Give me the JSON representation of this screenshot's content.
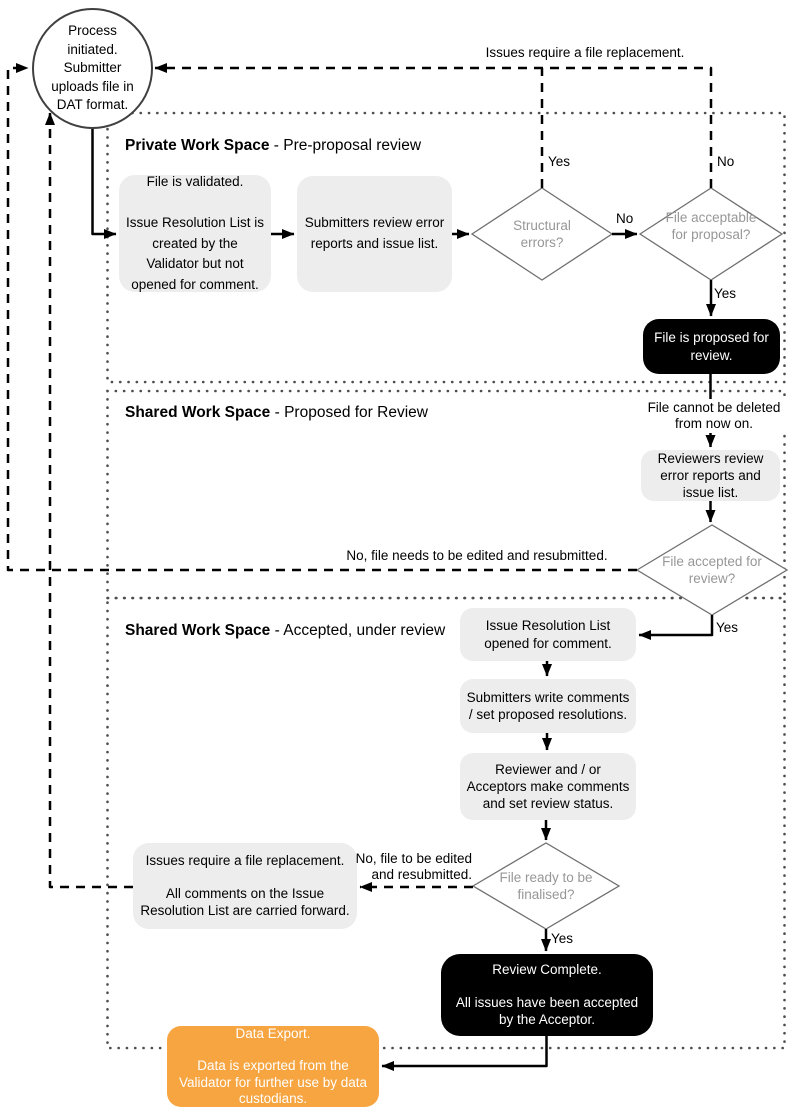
{
  "flowchart": {
    "start_circle": {
      "text": "Process initiated. Submitter uploads file in DAT format."
    },
    "sections": {
      "private": {
        "title_bold": "Private Work Space",
        "title_rest": " - Pre-proposal review"
      },
      "shared_proposed": {
        "title_bold": "Shared Work Space",
        "title_rest": " - Proposed for Review"
      },
      "shared_accepted": {
        "title_bold": "Shared Work Space",
        "title_rest": " - Accepted, under review"
      }
    },
    "nodes": {
      "validated": {
        "text": "File is validated.\n\nIssue Resolution List is created by the Validator but not opened for comment."
      },
      "submitters_review": {
        "text": "Submitters review error reports and issue list."
      },
      "structural_errors": {
        "text": "Structural errors?"
      },
      "file_acceptable": {
        "text": "File acceptable for proposal?"
      },
      "file_proposed": {
        "text": "File is proposed for review."
      },
      "reviewers_review": {
        "text": "Reviewers review error reports and issue list."
      },
      "file_accepted": {
        "text": "File accepted for review?"
      },
      "irl_opened": {
        "text": "Issue Resolution List opened for comment."
      },
      "submitters_write": {
        "text": "Submitters write comments / set proposed resolutions."
      },
      "reviewer_acceptors": {
        "text": "Reviewer and / or Acceptors make comments and set review status."
      },
      "file_ready": {
        "text": "File ready to be finalised?"
      },
      "issues_replacement": {
        "text": "Issues require a file replacement.\n\nAll comments on the Issue Resolution List are carried forward."
      },
      "review_complete": {
        "text": "Review Complete.\n\nAll issues have been accepted by the Acceptor."
      },
      "data_export": {
        "text": "Data Export.\n\nData is exported from the Validator for further use by data custodians."
      }
    },
    "edge_labels": {
      "issues_require_replacement": "Issues require a file replacement.",
      "yes_structural": "Yes",
      "no_acceptable": "No",
      "no_between_diamonds": "No",
      "yes_to_proposed": "Yes",
      "file_cannot_be_deleted": "File cannot be deleted from now on.",
      "no_needs_edit": "No, file needs to be edited and resubmitted.",
      "yes_accepted": "Yes",
      "no_to_be_edited": "No, file to be edited and resubmitted.",
      "yes_finalised": "Yes"
    },
    "colors": {
      "gray_box": "#EDEDED",
      "black_box": "#000000",
      "orange_box": "#F7A541",
      "diamond_text": "#979797",
      "line": "#000000",
      "section_dots": "#4d4d4d"
    }
  }
}
